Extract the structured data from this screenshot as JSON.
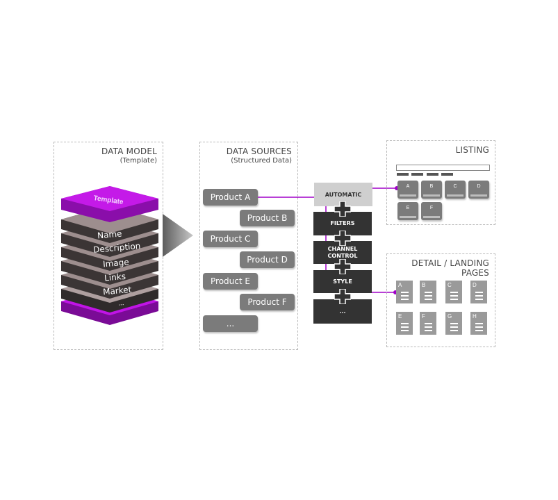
{
  "panels": {
    "data_model": {
      "title": "DATA MODEL",
      "subtitle": "(Template)"
    },
    "data_sources": {
      "title": "DATA SOURCES",
      "subtitle": "(Structured Data)"
    },
    "listing": {
      "title": "LISTING"
    },
    "detail": {
      "title_line1": "DETAIL / LANDING",
      "title_line2": "PAGES"
    }
  },
  "stack": {
    "template_label": "Template",
    "layers": [
      "Name",
      "Description",
      "Image",
      "Links",
      "Market",
      "..."
    ]
  },
  "products": [
    "Product A",
    "Product B",
    "Product C",
    "Product D",
    "Product E",
    "Product F",
    "..."
  ],
  "pipeline": {
    "automatic": "AUTOMATIC",
    "steps": [
      "FILTERS",
      "CHANNEL CONTROL",
      "STYLE",
      "..."
    ]
  },
  "listing_tiles": [
    "A",
    "B",
    "C",
    "D",
    "E",
    "F"
  ],
  "detail_docs": [
    "A",
    "B",
    "C",
    "D",
    "E",
    "F",
    "G",
    "H"
  ],
  "colors": {
    "accent": "#a000c8",
    "block": "#333333",
    "product": "#7b7b7b"
  }
}
